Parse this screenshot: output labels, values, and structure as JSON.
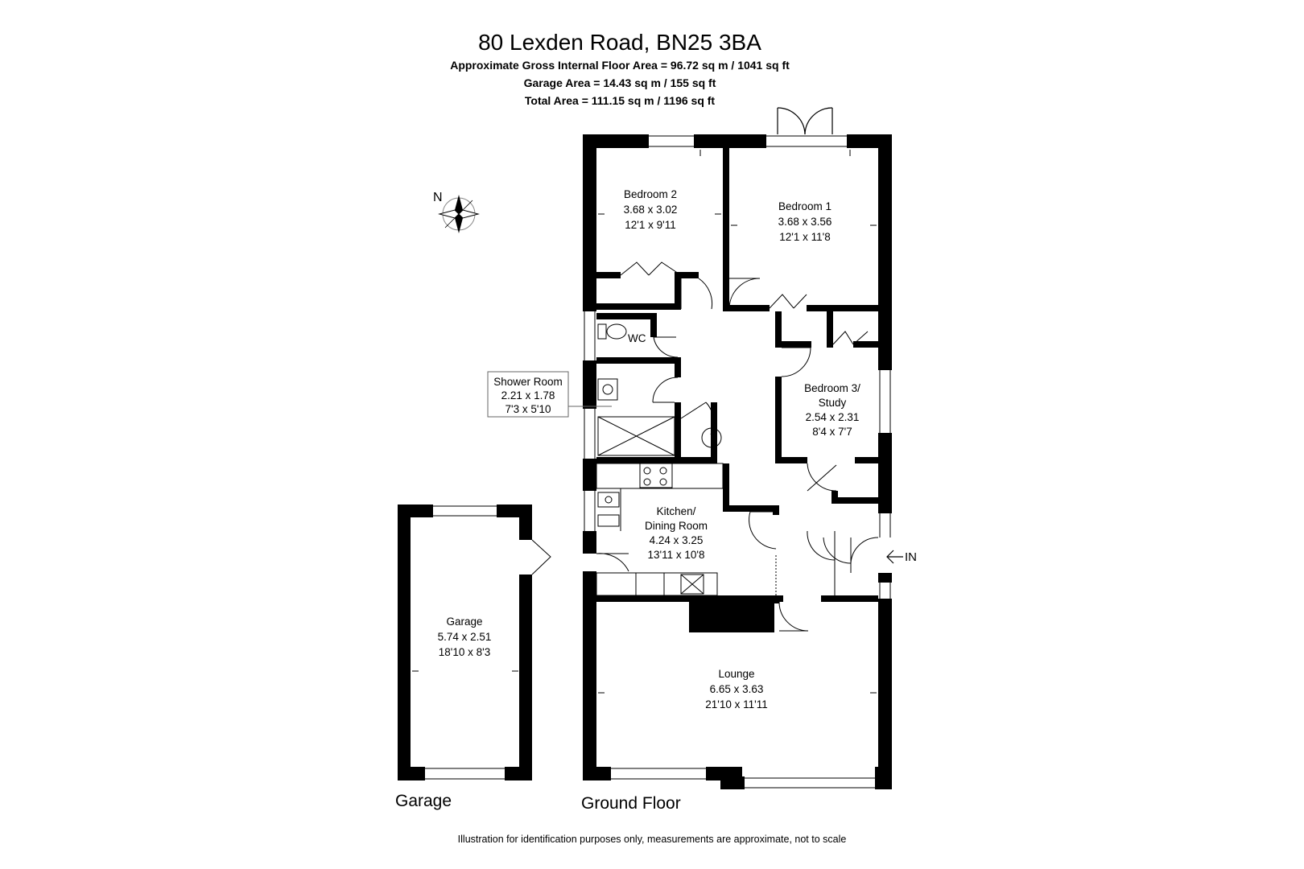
{
  "header": {
    "title": "80 Lexden Road, BN25 3BA",
    "gross_area": "Approximate Gross Internal Floor Area = 96.72 sq m / 1041 sq ft",
    "garage_area": "Garage Area = 14.43 sq m / 155 sq ft",
    "total_area": "Total Area = 111.15 sq m / 1196 sq ft"
  },
  "compass": {
    "north": "N"
  },
  "rooms": {
    "bedroom2": {
      "name": "Bedroom 2",
      "metric": "3.68 x 3.02",
      "imperial": "12'1 x 9'11"
    },
    "bedroom1": {
      "name": "Bedroom 1",
      "metric": "3.68 x 3.56",
      "imperial": "12'1 x 11'8"
    },
    "wc": {
      "name": "WC"
    },
    "shower": {
      "name": "Shower Room",
      "metric": "2.21 x 1.78",
      "imperial": "7'3 x 5'10"
    },
    "bedroom3": {
      "name_line1": "Bedroom 3/",
      "name_line2": "Study",
      "metric": "2.54 x 2.31",
      "imperial": "8'4 x 7'7"
    },
    "kitchen": {
      "name_line1": "Kitchen/",
      "name_line2": "Dining Room",
      "metric": "4.24 x 3.25",
      "imperial": "13'11 x 10'8"
    },
    "lounge": {
      "name": "Lounge",
      "metric": "6.65 x 3.63",
      "imperial": "21'10 x 11'11"
    },
    "garage": {
      "name": "Garage",
      "metric": "5.74 x 2.51",
      "imperial": "18'10 x 8'3"
    }
  },
  "entrance": "IN",
  "floor_labels": {
    "garage": "Garage",
    "ground": "Ground Floor"
  },
  "footer": "Illustration for identification purposes only, measurements are approximate, not to scale"
}
